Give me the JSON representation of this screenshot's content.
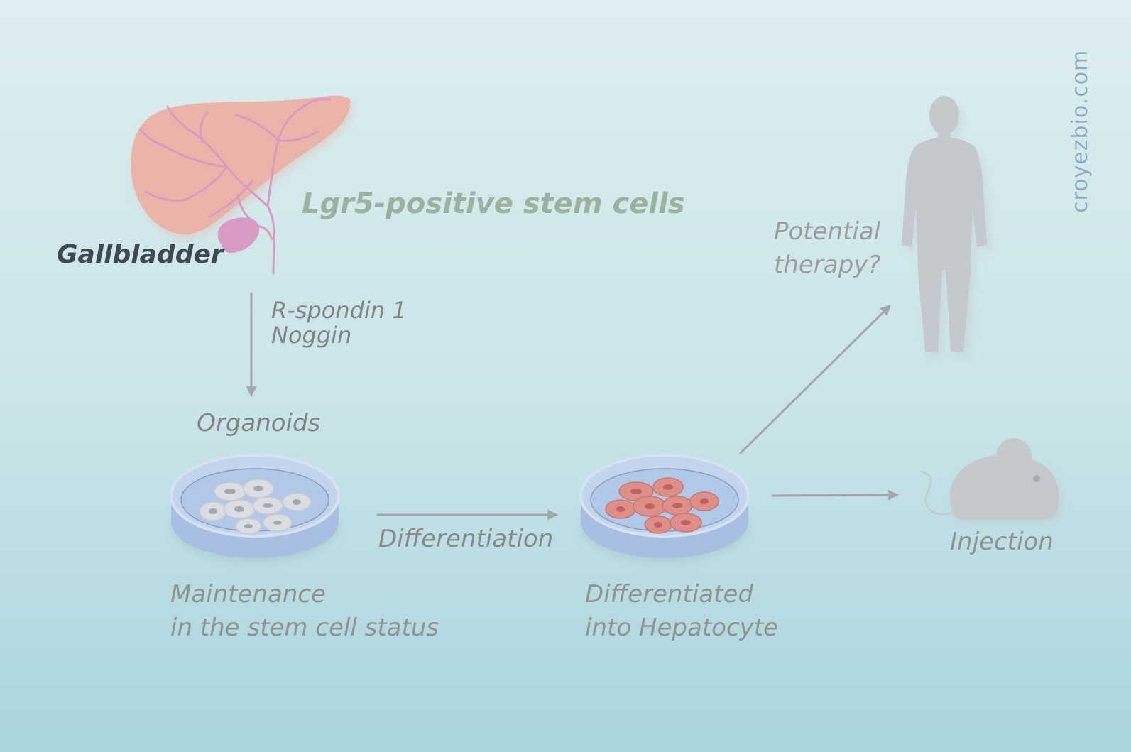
{
  "diagram": {
    "title": "Lgr5-positive stem cells",
    "organ_label": "Gallbladder",
    "growth_factors": [
      "R-spondin 1",
      "Noggin"
    ],
    "organoids_label": "Organoids",
    "step_label": "Differentiation",
    "maintenance_lines": [
      "Maintenance",
      "in the stem cell status"
    ],
    "hepatocyte_lines": [
      "Differentiated",
      "into Hepatocyte"
    ],
    "therapy_lines": [
      "Potential",
      "therapy?"
    ],
    "injection_label": "Injection",
    "watermark": "croyezbio.com"
  },
  "icons": [
    "liver-icon",
    "gallbladder-icon",
    "petri-dish-stem-cells-icon",
    "petri-dish-hepatocytes-icon",
    "human-silhouette-icon",
    "mouse-icon"
  ],
  "colors": {
    "liver": "#eab4a8",
    "bile_ducts": "#d79bc4",
    "gallbladder": "#d79bc4",
    "stem_cells": "#d8d9dd",
    "hepatocytes": "#de8f8a",
    "arrows": "#a3a7ad",
    "silhouette": "#c3c9cd",
    "title_text": "#9db29e",
    "watermark_text": "#8eaebf"
  }
}
